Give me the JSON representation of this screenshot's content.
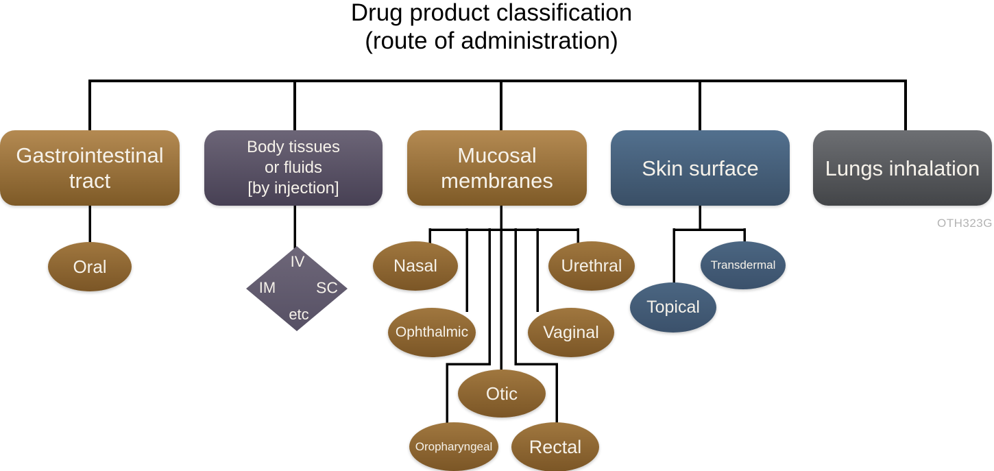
{
  "title": {
    "line1": "Drug product classification",
    "line2": "(route of administration)"
  },
  "watermark": "OTH323G",
  "colors": {
    "text_white": "#f6f2ea",
    "connector": "#000000",
    "brown_box_top": "#b48a52",
    "brown_box_bottom": "#7e5a27",
    "purple_top": "#6c6577",
    "purple_bottom": "#474054",
    "blue_box_top": "#52708e",
    "blue_box_bottom": "#3a4f66",
    "gray_top": "#6d6f73",
    "gray_bottom": "#434548",
    "brown_ellipse_top": "#a0773f",
    "brown_ellipse_bottom": "#7b5626",
    "blue_ellipse_top": "#4b6682",
    "blue_ellipse_bottom": "#3b516b",
    "diamond_top": "#6e6779",
    "diamond_bottom": "#565064",
    "watermark_gray": "#b3b3b3"
  },
  "branches": {
    "gastrointestinal": {
      "label": "Gastrointestinal tract",
      "children": {
        "oral": "Oral"
      }
    },
    "body_tissues": {
      "line1": "Body tissues",
      "line2": "or fluids",
      "line3": "[by injection]",
      "children": {
        "iv": "IV",
        "im": "IM",
        "sc": "SC",
        "etc": "etc"
      }
    },
    "mucosal": {
      "label": "Mucosal membranes",
      "children": {
        "nasal": "Nasal",
        "ophthalmic": "Ophthalmic",
        "otic": "Otic",
        "oropharyngeal": "Oropharyngeal",
        "rectal": "Rectal",
        "vaginal": "Vaginal",
        "urethral": "Urethral"
      }
    },
    "skin": {
      "label": "Skin surface",
      "children": {
        "topical": "Topical",
        "transdermal": "Transdermal"
      }
    },
    "lungs": {
      "label": "Lungs inhalation"
    }
  }
}
